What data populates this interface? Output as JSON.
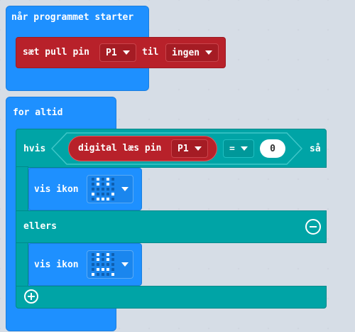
{
  "on_start": {
    "hat_label": "når programmet starter",
    "set_pull": {
      "label_prefix": "sæt pull pin",
      "pin": "P1",
      "label_mid": "til",
      "mode": "ingen"
    }
  },
  "forever": {
    "hat_label": "for altid",
    "if_block": {
      "if_label": "hvis",
      "condition": {
        "reporter_label": "digital læs pin",
        "pin": "P1",
        "operator": "=",
        "value": "0"
      },
      "then_label": "så",
      "then_action": {
        "label": "vis ikon",
        "icon": "happy-face-icon"
      },
      "else_label": "ellers",
      "else_action": {
        "label": "vis ikon",
        "icon": "sad-face-icon"
      }
    }
  },
  "icons": {
    "happy": [
      0,
      1,
      0,
      1,
      0,
      0,
      1,
      0,
      1,
      0,
      0,
      0,
      0,
      0,
      0,
      1,
      0,
      0,
      0,
      1,
      0,
      1,
      1,
      1,
      0
    ],
    "sad": [
      0,
      1,
      0,
      1,
      0,
      0,
      1,
      0,
      1,
      0,
      0,
      0,
      0,
      0,
      0,
      0,
      1,
      1,
      1,
      0,
      1,
      0,
      0,
      0,
      1
    ]
  },
  "colors": {
    "basic": "#1e90ff",
    "pins": "#b8212a",
    "logic": "#00a4a6"
  }
}
